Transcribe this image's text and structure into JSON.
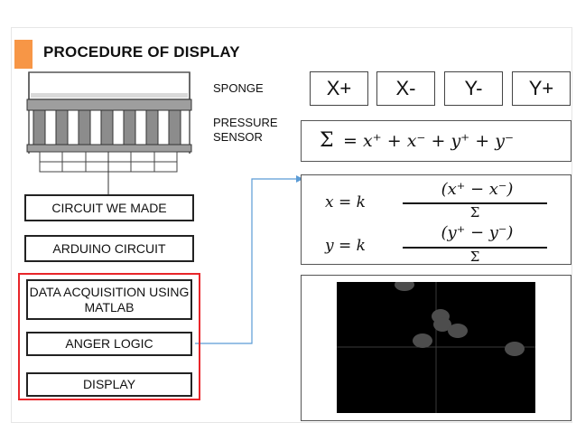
{
  "title": "PROCEDURE OF DISPLAY",
  "accent_color": "#f79646",
  "highlight_color": "#e8262a",
  "arrow_color": "#5b9bd5",
  "labels": {
    "sponge": "SPONGE",
    "pressure_sensor": "PRESSURE SENSOR"
  },
  "axis_buttons": [
    "X+",
    "X-",
    "Y-",
    "Y+"
  ],
  "steps": [
    "CIRCUIT WE MADE",
    "ARDUINO CIRCUIT",
    "DATA ACQUISITION USING MATLAB",
    "ANGER LOGIC",
    "DISPLAY"
  ],
  "equations": {
    "sum": {
      "lhs": "Σ",
      "rhs": "= x⁺ + x⁻ + y⁺ + y⁻"
    },
    "x": {
      "lhs": "x  =  k",
      "numerator": "(x⁺ − x⁻)",
      "denominator": "Σ"
    },
    "y": {
      "lhs": "y  =  k",
      "numerator": "(y⁺ − y⁻)",
      "denominator": "Σ"
    }
  }
}
